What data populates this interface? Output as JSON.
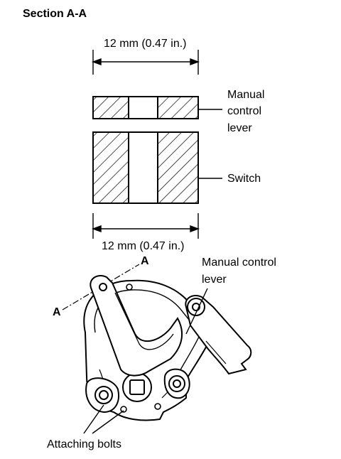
{
  "section_title": "Section A-A",
  "dimension_top": "12 mm (0.47 in.)",
  "dimension_bottom": "12 mm (0.47 in.)",
  "label_manual_control_lever_upper": {
    "line1": "Manual",
    "line2": "control",
    "line3": "lever"
  },
  "label_switch": "Switch",
  "label_manual_control_lever_lower": {
    "line1": "Manual control",
    "line2": "lever"
  },
  "section_marker_a_top": "A",
  "section_marker_a_left": "A",
  "label_attaching_bolts": "Attaching bolts",
  "colors": {
    "ink": "#000000",
    "paper": "#ffffff"
  }
}
